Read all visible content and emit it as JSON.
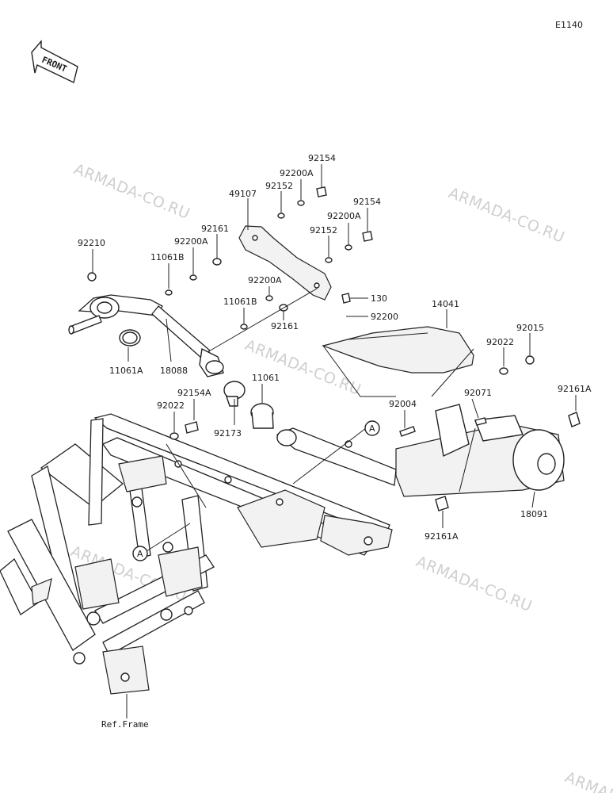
{
  "diagram_code": "E1140",
  "front_label": "FRONT",
  "ref_label": "Ref.Frame",
  "watermark": "ARMADA-CO.RU",
  "callout_a": "A",
  "labels": {
    "p92154_1": "92154",
    "p92200A_1": "92200A",
    "p92152_1": "92152",
    "p49107": "49107",
    "p92154_2": "92154",
    "p92200A_2": "92200A",
    "p92152_2": "92152",
    "p92161_1": "92161",
    "p92200A_3": "92200A",
    "p92210": "92210",
    "p11061B_1": "11061B",
    "p92200A_4": "92200A",
    "p11061B_2": "11061B",
    "p92161_2": "92161",
    "p130": "130",
    "p14041": "14041",
    "p92200": "92200",
    "p92015": "92015",
    "p92022_1": "92022",
    "p11061A": "11061A",
    "p18088": "18088",
    "p11061": "11061",
    "p92154A": "92154A",
    "p92022_2": "92022",
    "p92071": "92071",
    "p92161A_1": "92161A",
    "p92004": "92004",
    "p92173": "92173",
    "p18091": "18091",
    "p92161A_2": "92161A"
  }
}
